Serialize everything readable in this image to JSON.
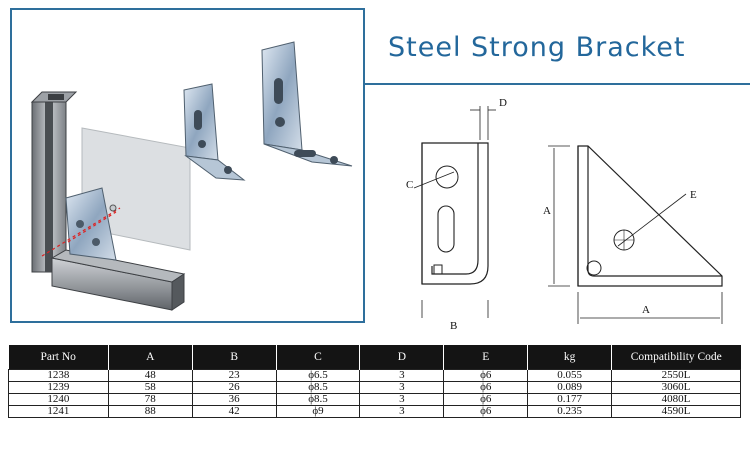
{
  "title": "Steel Strong Bracket",
  "drawing_labels": {
    "side_c": "C",
    "side_d": "D",
    "side_b": "B",
    "front_a_vertical": "A",
    "front_a_horizontal": "A",
    "front_e": "E"
  },
  "table": {
    "headers": [
      "Part No",
      "A",
      "B",
      "C",
      "D",
      "E",
      "kg",
      "Compatibility Code"
    ],
    "rows": [
      [
        "1238",
        "48",
        "23",
        "ϕ6.5",
        "3",
        "ϕ6",
        "0.055",
        "2550L"
      ],
      [
        "1239",
        "58",
        "26",
        "ϕ8.5",
        "3",
        "ϕ6",
        "0.089",
        "3060L"
      ],
      [
        "1240",
        "78",
        "36",
        "ϕ8.5",
        "3",
        "ϕ6",
        "0.177",
        "4080L"
      ],
      [
        "1241",
        "88",
        "42",
        "ϕ9",
        "3",
        "ϕ6",
        "0.235",
        "4590L"
      ]
    ]
  },
  "colors": {
    "accent": "#2e6f9c",
    "title": "#23679b",
    "header_bg": "#141414"
  }
}
